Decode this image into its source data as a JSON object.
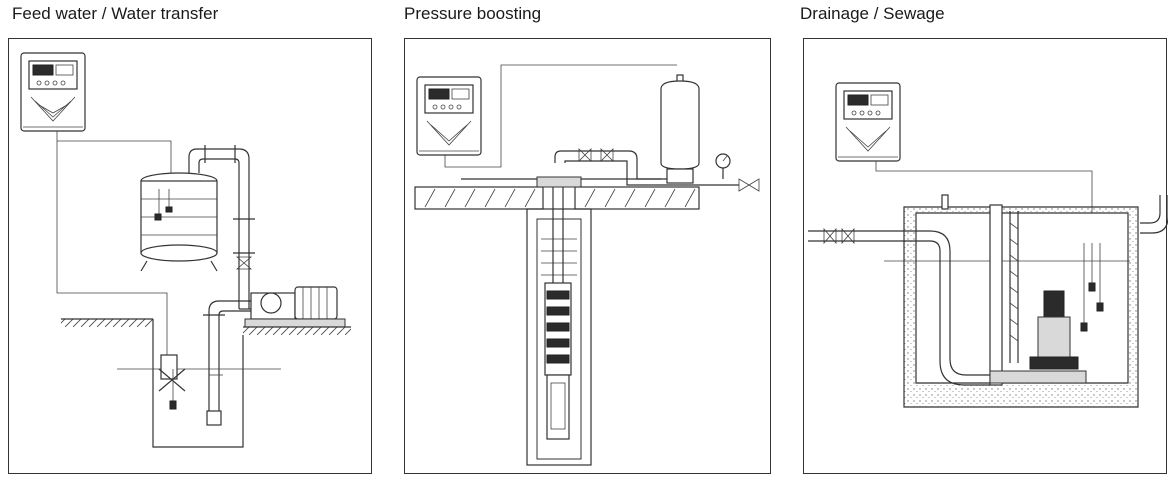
{
  "panels": [
    {
      "title": "Feed water / Water transfer"
    },
    {
      "title": "Pressure boosting"
    },
    {
      "title": "Drainage / Sewage"
    }
  ]
}
